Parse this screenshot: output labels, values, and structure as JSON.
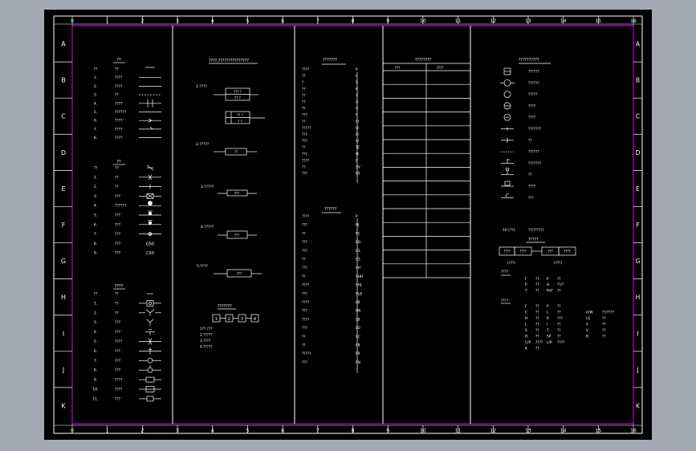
{
  "colors": {
    "paper": "#000000",
    "frame": "#ffffff",
    "inner_border": "#c400c4",
    "bg": "#a3a8b1",
    "highlight": "#3cff3c"
  },
  "grid": {
    "cols": [
      "0",
      "1",
      "2",
      "3",
      "4",
      "5",
      "6",
      "7",
      "8",
      "9",
      "10",
      "11",
      "12",
      "13",
      "14",
      "15",
      "16"
    ],
    "rows": [
      "A",
      "B",
      "C",
      "D",
      "E",
      "F",
      "G",
      "H",
      "I",
      "J",
      "K"
    ]
  },
  "panel1": {
    "s1": {
      "title": "??",
      "rows": [
        {
          "num": "??",
          "name": "??",
          "sym": "header"
        },
        {
          "num": "1.",
          "name": "????",
          "sym": "line"
        },
        {
          "num": "2.",
          "name": "????",
          "sym": "line"
        },
        {
          "num": "3.",
          "name": "??",
          "sym": "dashed"
        },
        {
          "num": "4.",
          "name": "????",
          "sym": "cross"
        },
        {
          "num": "5.",
          "name": "??????",
          "sym": "line"
        },
        {
          "num": "6.",
          "name": "????",
          "sym": "arrow"
        },
        {
          "num": "7.",
          "name": "????",
          "sym": "tick"
        },
        {
          "num": "8.",
          "name": "????",
          "sym": "line"
        }
      ]
    },
    "s2": {
      "title": "??",
      "rows": [
        {
          "num": "??",
          "name": "??",
          "sym": "header2"
        },
        {
          "num": "1.",
          "name": "??",
          "sym": "node"
        },
        {
          "num": "2.",
          "name": "??",
          "sym": "bar"
        },
        {
          "num": "3.",
          "name": "???",
          "sym": "box"
        },
        {
          "num": "4.",
          "name": "??????",
          "sym": "bulb"
        },
        {
          "num": "5.",
          "name": "???",
          "sym": "valve"
        },
        {
          "num": "6.",
          "name": "???",
          "sym": "valve2"
        },
        {
          "num": "7.",
          "name": "???",
          "sym": "green"
        },
        {
          "num": "8.",
          "name": "???",
          "sym": "G50"
        },
        {
          "num": "9.",
          "name": "???",
          "sym": "C50"
        }
      ]
    },
    "s3": {
      "title": "????",
      "rows": [
        {
          "num": "??",
          "name": "??",
          "sym": "header3"
        },
        {
          "num": "1.",
          "name": "??",
          "sym": "sq"
        },
        {
          "num": "2.",
          "name": "??",
          "sym": "y"
        },
        {
          "num": "3.",
          "name": "???",
          "sym": "y2"
        },
        {
          "num": "4.",
          "name": "???",
          "sym": "tee"
        },
        {
          "num": "5.",
          "name": "????",
          "sym": "coil"
        },
        {
          "num": "6.",
          "name": "???",
          "sym": "coil2"
        },
        {
          "num": "7.",
          "name": "???",
          "sym": "circ"
        },
        {
          "num": "8.",
          "name": "???",
          "sym": "circ2"
        },
        {
          "num": "9.",
          "name": "????",
          "sym": "rect"
        },
        {
          "num": "10.",
          "name": "????",
          "sym": "rect2"
        },
        {
          "num": "11.",
          "name": "???",
          "sym": "rect3"
        }
      ]
    }
  },
  "panel2": {
    "title": "????,???????????????",
    "labels": {
      "a": "1.????",
      "b": "2.?????",
      "c": "3.?????",
      "d": "4.?????",
      "e": "5.????"
    },
    "box_labels": {
      "bx1": "??? ?",
      "bx2": "?? ?",
      "bx3": "?? ?",
      "bx4": "? ?",
      "bx5": "??",
      "bx6": "???",
      "bx7": "???",
      "bx8": "???",
      "bx9": "???",
      "bx10": "???"
    },
    "seq_title": "???????",
    "seq": [
      "1",
      "2",
      "3",
      "4"
    ],
    "notes": [
      "1??  ???",
      "2.?????",
      "3.????",
      "4.?????"
    ]
  },
  "panel3": {
    "t1": {
      "title": "???????",
      "rows": [
        [
          "????",
          "P"
        ],
        [
          "??",
          "I"
        ],
        [
          "?",
          "S"
        ],
        [
          "??",
          "R"
        ],
        [
          "??",
          "T"
        ],
        [
          "??",
          "A"
        ],
        [
          "??",
          "C"
        ],
        [
          "???",
          "F"
        ],
        [
          "??",
          "PI"
        ],
        [
          "?????",
          "LI"
        ],
        [
          "???",
          "FI"
        ],
        [
          "???",
          "SI"
        ],
        [
          "??",
          "TC"
        ],
        [
          "???",
          "M"
        ],
        [
          "????",
          "P"
        ],
        [
          "??",
          "SV"
        ],
        [
          "???",
          "PS"
        ]
      ]
    },
    "t2": {
      "title": "??????",
      "rows": [
        [
          "????",
          "P"
        ],
        [
          "???",
          "HJ"
        ],
        [
          "??",
          "FC"
        ],
        [
          "???",
          "BD"
        ],
        [
          "???",
          "CS"
        ],
        [
          "??",
          "CS"
        ],
        [
          "???",
          "SH"
        ],
        [
          "??",
          "SHH"
        ],
        [
          "????",
          "SHL"
        ],
        [
          "???",
          "SLB"
        ],
        [
          "????",
          "LB"
        ],
        [
          "???",
          "HB"
        ],
        [
          "????",
          "LB"
        ],
        [
          "???",
          "LD"
        ],
        [
          "??",
          "SC"
        ],
        [
          "??",
          "PB"
        ],
        [
          "?????",
          "PR"
        ],
        [
          "???",
          "PN"
        ]
      ]
    }
  },
  "panel4": {
    "title": "????????",
    "headers": [
      "???",
      "????"
    ],
    "row_count": 15
  },
  "panel5": {
    "title": "??????????",
    "legend": [
      {
        "icon": "box",
        "text": "??????"
      },
      {
        "icon": "circle-line",
        "text": "??????"
      },
      {
        "icon": "circle",
        "text": "?????"
      },
      {
        "icon": "circle-slash",
        "text": "????"
      },
      {
        "icon": "circle-dot",
        "text": "????"
      },
      {
        "icon": "pipe",
        "text": "???????"
      },
      {
        "icon": "pipe-arrow",
        "text": "??"
      },
      {
        "icon": "dashed",
        "text": "??????"
      },
      {
        "icon": "pipe-flag",
        "text": "???????"
      },
      {
        "icon": "pipe-ind",
        "text": "??"
      },
      {
        "icon": "pipe-box",
        "text": "????"
      },
      {
        "icon": "pipe-hook",
        "text": "???"
      }
    ],
    "footer_label": "10 (??)",
    "footer_text": "??(?????)",
    "tag_title": "?????",
    "tag_boxes": [
      "????",
      "????",
      "???",
      "????"
    ],
    "tag_sub": [
      "(???)",
      "(???)"
    ],
    "block1_label": "????",
    "block1": [
      [
        "F",
        "??",
        "P",
        "??"
      ],
      [
        "P",
        "??",
        "H",
        "??/?"
      ],
      [
        "T",
        "??",
        "PnF",
        "??"
      ]
    ],
    "block2_label": "????",
    "block2": [
      [
        "F",
        "??",
        "P",
        "??",
        "",
        "",
        ""
      ],
      [
        "C",
        "??",
        "L",
        "??",
        "A/W",
        "??/????",
        ""
      ],
      [
        "H",
        "??",
        "R",
        "???",
        "LS",
        "??",
        ""
      ],
      [
        "L",
        "??",
        "I",
        "??",
        "V",
        "??",
        ""
      ],
      [
        "S",
        "??",
        "T",
        "??",
        "V",
        "??",
        ""
      ],
      [
        "D",
        "??",
        "SP",
        "??",
        "B",
        "??",
        ""
      ],
      [
        "C/P",
        "????",
        "L/P",
        "????",
        "",
        "",
        ""
      ],
      [
        "K",
        "??",
        "",
        "",
        "",
        "",
        ""
      ]
    ]
  }
}
